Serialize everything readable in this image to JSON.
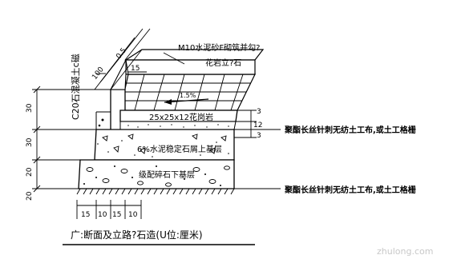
{
  "labels": {
    "top_note": "M10水泥砂F砌筑并勾?",
    "curb_stone": "花岩立?石",
    "side_concrete": "C20石混凝土c磁",
    "slope": "1.5%",
    "paver": "25x25x12花岗岩",
    "base_upper": "6%水泥稳定石屑上基层",
    "base_lower": "级配碎石下基层",
    "geotextile_1": "聚酯长丝针刺无纺土工布,或土工格栅",
    "geotextile_2": "聚酯长丝针刺无纺土工布,或土工格栅",
    "title": "广:断面及立路?石造(U位:厘米)",
    "watermark": "zhulong.com"
  },
  "dims": {
    "top_left": [
      "100",
      "0.5"
    ],
    "top_curb": "15",
    "left": [
      "30",
      "30",
      "20",
      "20"
    ],
    "right": [
      "3",
      "12",
      "3"
    ],
    "bottom": [
      "15",
      "10",
      "15",
      "10"
    ]
  }
}
